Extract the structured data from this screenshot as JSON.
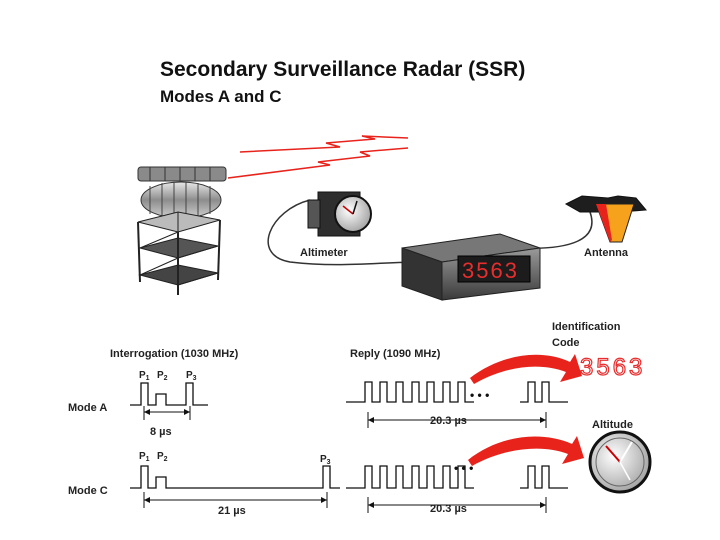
{
  "title": "Secondary Surveillance Radar (SSR)",
  "subtitle": "Modes A and C",
  "labels": {
    "altimeter": "Altimeter",
    "antenna": "Antenna",
    "interrogation": "Interrogation (1030 MHz)",
    "reply": "Reply (1090 MHz)",
    "identification_line1": "Identification",
    "identification_line2": "Code",
    "altitude": "Altitude",
    "mode_a": "Mode A",
    "mode_c": "Mode C",
    "p1": "P",
    "p1_sub": "1",
    "p2": "P",
    "p2_sub": "2",
    "p3": "P",
    "p3_sub": "3",
    "mode_a_spacing": "8 µs",
    "mode_c_spacing": "21 µs",
    "reply_duration_a": "20.3 µs",
    "reply_duration_c": "20.3 µs",
    "ellipsis": "• • •"
  },
  "displays": {
    "transponder_code": "3563",
    "identification_code": "3563"
  },
  "colors": {
    "arrow_red": "#e8231c",
    "display_red": "#e62e2e",
    "antenna_orange": "#f6a21c"
  }
}
